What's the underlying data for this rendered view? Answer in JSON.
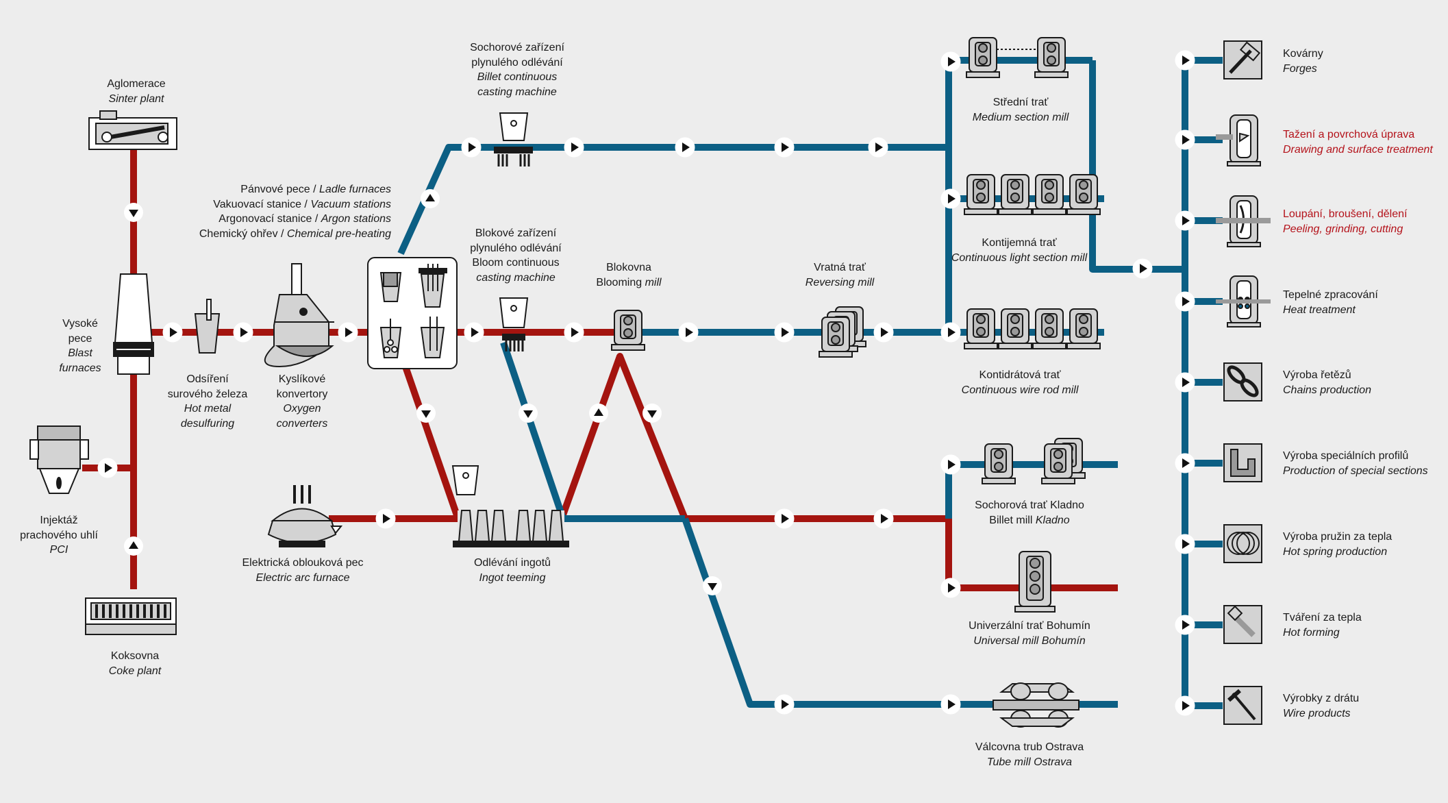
{
  "colors": {
    "hot_line": "#a4140f",
    "cold_line": "#0c5f84",
    "background": "#ededed",
    "icon_fill": "#d3d3d3",
    "icon_stroke": "#1a1a1a",
    "highlight_text": "#b4121a"
  },
  "sources": {
    "sinter": {
      "cz": "Aglomerace",
      "en": "Sinter plant"
    },
    "blast_furnace": {
      "cz1": "Vysoké",
      "cz2": "pece",
      "en1": "Blast",
      "en2": "furnaces"
    },
    "pci": {
      "cz1": "Injektáž",
      "cz2": "prachového uhlí",
      "en": "PCI"
    },
    "coke": {
      "cz": "Koksovna",
      "en": "Coke plant"
    }
  },
  "steelmaking": {
    "desulfuring": {
      "cz1": "Odsíření",
      "cz2": "surového železa",
      "en1": "Hot metal",
      "en2": "desulfuring"
    },
    "converters": {
      "cz1": "Kyslíkové",
      "cz2": "konvertory",
      "en1": "Oxygen",
      "en2": "converters"
    },
    "secondary": [
      {
        "cz": "Pánvové pece /",
        "en": "Ladle furnaces"
      },
      {
        "cz": "Vakuovací stanice /",
        "en": "Vacuum stations"
      },
      {
        "cz": "Argonovací stanice /",
        "en": "Argon stations"
      },
      {
        "cz": "Chemický ohřev /",
        "en": "Chemical pre-heating"
      }
    ],
    "eaf": {
      "cz": "Elektrická oblouková pec",
      "en": "Electric arc furnace"
    },
    "ingot": {
      "cz": "Odlévání ingotů",
      "en": "Ingot teeming"
    }
  },
  "casting": {
    "billet_ccm": {
      "cz1": "Sochorové zařízení",
      "cz2": "plynulého odlévání",
      "en1": "Billet continuous",
      "en2": "casting machine"
    },
    "bloom_ccm": {
      "cz1": "Blokové zařízení",
      "cz2": "plynulého odlévání",
      "en1": "Bloom continuous",
      "en2": "casting machine"
    }
  },
  "mills": {
    "blooming": {
      "cz": "Blokovna",
      "en1": "Blooming",
      "en2": "mill"
    },
    "reversing": {
      "cz": "Vratná trať",
      "en": "Reversing mill"
    },
    "medium": {
      "cz": "Střední trať",
      "en": "Medium section mill"
    },
    "light": {
      "cz": "Kontijemná trať",
      "en": "Continuous light section mill"
    },
    "wire_rod": {
      "cz": "Kontidrátová trať",
      "en": "Continuous wire rod mill"
    },
    "billet_kladno": {
      "cz": "Sochorová trať Kladno",
      "en1": "Billet mill",
      "en2": "Kladno"
    },
    "universal": {
      "cz": "Univerzální trať Bohumín",
      "en": "Universal mill Bohumín"
    },
    "tube": {
      "cz": "Válcovna trub Ostrava",
      "en": "Tube mill Ostrava"
    }
  },
  "finishing": [
    {
      "cz": "Kovárny",
      "en": "Forges",
      "icon": "hammer-icon",
      "highlight": false
    },
    {
      "cz": "Tažení a povrchová úprava",
      "en": "Drawing and surface treatment",
      "icon": "drawing-icon",
      "highlight": true
    },
    {
      "cz": "Loupání, broušení, dělení",
      "en": "Peeling, grinding, cutting",
      "icon": "peeling-icon",
      "highlight": true
    },
    {
      "cz": "Tepelné zpracování",
      "en": "Heat treatment",
      "icon": "heat-icon",
      "highlight": false
    },
    {
      "cz": "Výroba řetězů",
      "en": "Chains production",
      "icon": "chain-icon",
      "highlight": false
    },
    {
      "cz": "Výroba speciálních profilů",
      "en": "Production of special sections",
      "icon": "profile-icon",
      "highlight": false
    },
    {
      "cz": "Výroba pružin za tepla",
      "en": "Hot spring production",
      "icon": "spring-icon",
      "highlight": false
    },
    {
      "cz": "Tváření za tepla",
      "en": "Hot forming",
      "icon": "bolt-icon",
      "highlight": false
    },
    {
      "cz": "Výrobky z drátu",
      "en": "Wire products",
      "icon": "nail-icon",
      "highlight": false
    }
  ]
}
